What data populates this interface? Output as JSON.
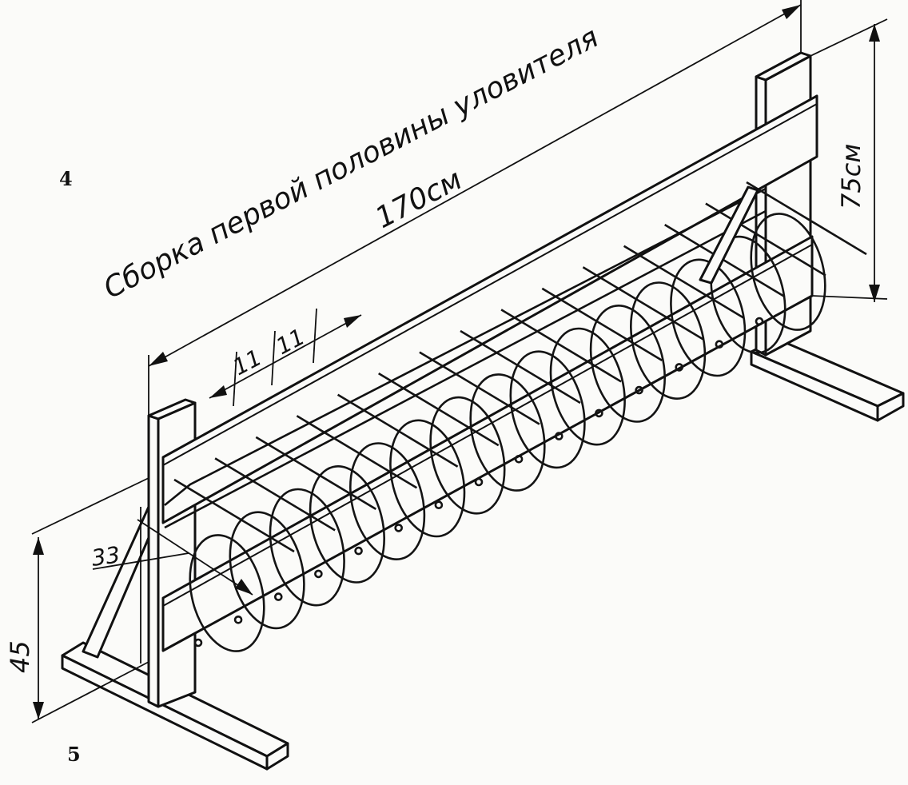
{
  "diagram": {
    "caption": "Сборка первой половины уловителя",
    "labels": {
      "length": "170см",
      "height": "75см",
      "spacing_a": "11",
      "spacing_b": "11",
      "depth": "33",
      "rail_height": "45",
      "figure_a": "4",
      "figure_b": "5"
    },
    "coil": {
      "loop_count": 15,
      "spike_count": 15
    },
    "colors": {
      "ink": "#111111",
      "paper": "#fbfbf9"
    }
  }
}
